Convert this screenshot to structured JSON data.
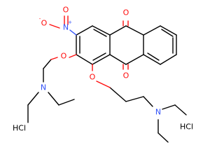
{
  "atoms": {
    "oxygen": "O",
    "nitrogen": "N",
    "plus": "+",
    "minus": "-"
  },
  "salts": {
    "left": "HCl",
    "right": "HCl"
  },
  "colors": {
    "bond": "#000000",
    "oxygen": "#ff0d0d",
    "nitrogen": "#3050f8"
  }
}
